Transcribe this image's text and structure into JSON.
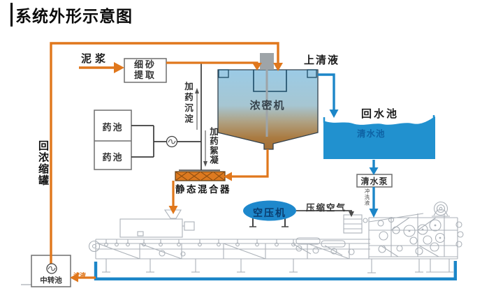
{
  "title": "系统外形示意图",
  "flow": {
    "slurry_label": "泥浆",
    "supernatant_label": "上清液",
    "compressed_air_label": "压缩空气",
    "filtrate_label": "滤液",
    "dosing_sedimentation_label": "加药沉淀",
    "dosing_flocculation_label": "加药絮凝",
    "flush_label": "冲洗液"
  },
  "equipment": {
    "fine_sand_extractor_line1": "细砂",
    "fine_sand_extractor_line2": "提取",
    "thickener": "浓密机",
    "return_water_pool": "回水池",
    "clean_water_pool": "清水池",
    "clean_water_pump": "清水泵",
    "chemical_pool_top": "药池",
    "chemical_pool_bottom": "药池",
    "static_mixer": "静态混合器",
    "air_compressor": "空压机",
    "return_concentrate_tank": "回浓缩罐",
    "transfer_pool": "中转池"
  },
  "colors": {
    "flow_orange": "#E0771C",
    "flow_blue": "#1C86C8",
    "pool_blue": "#2191CF",
    "machine_gray": "#ABB1B8"
  }
}
